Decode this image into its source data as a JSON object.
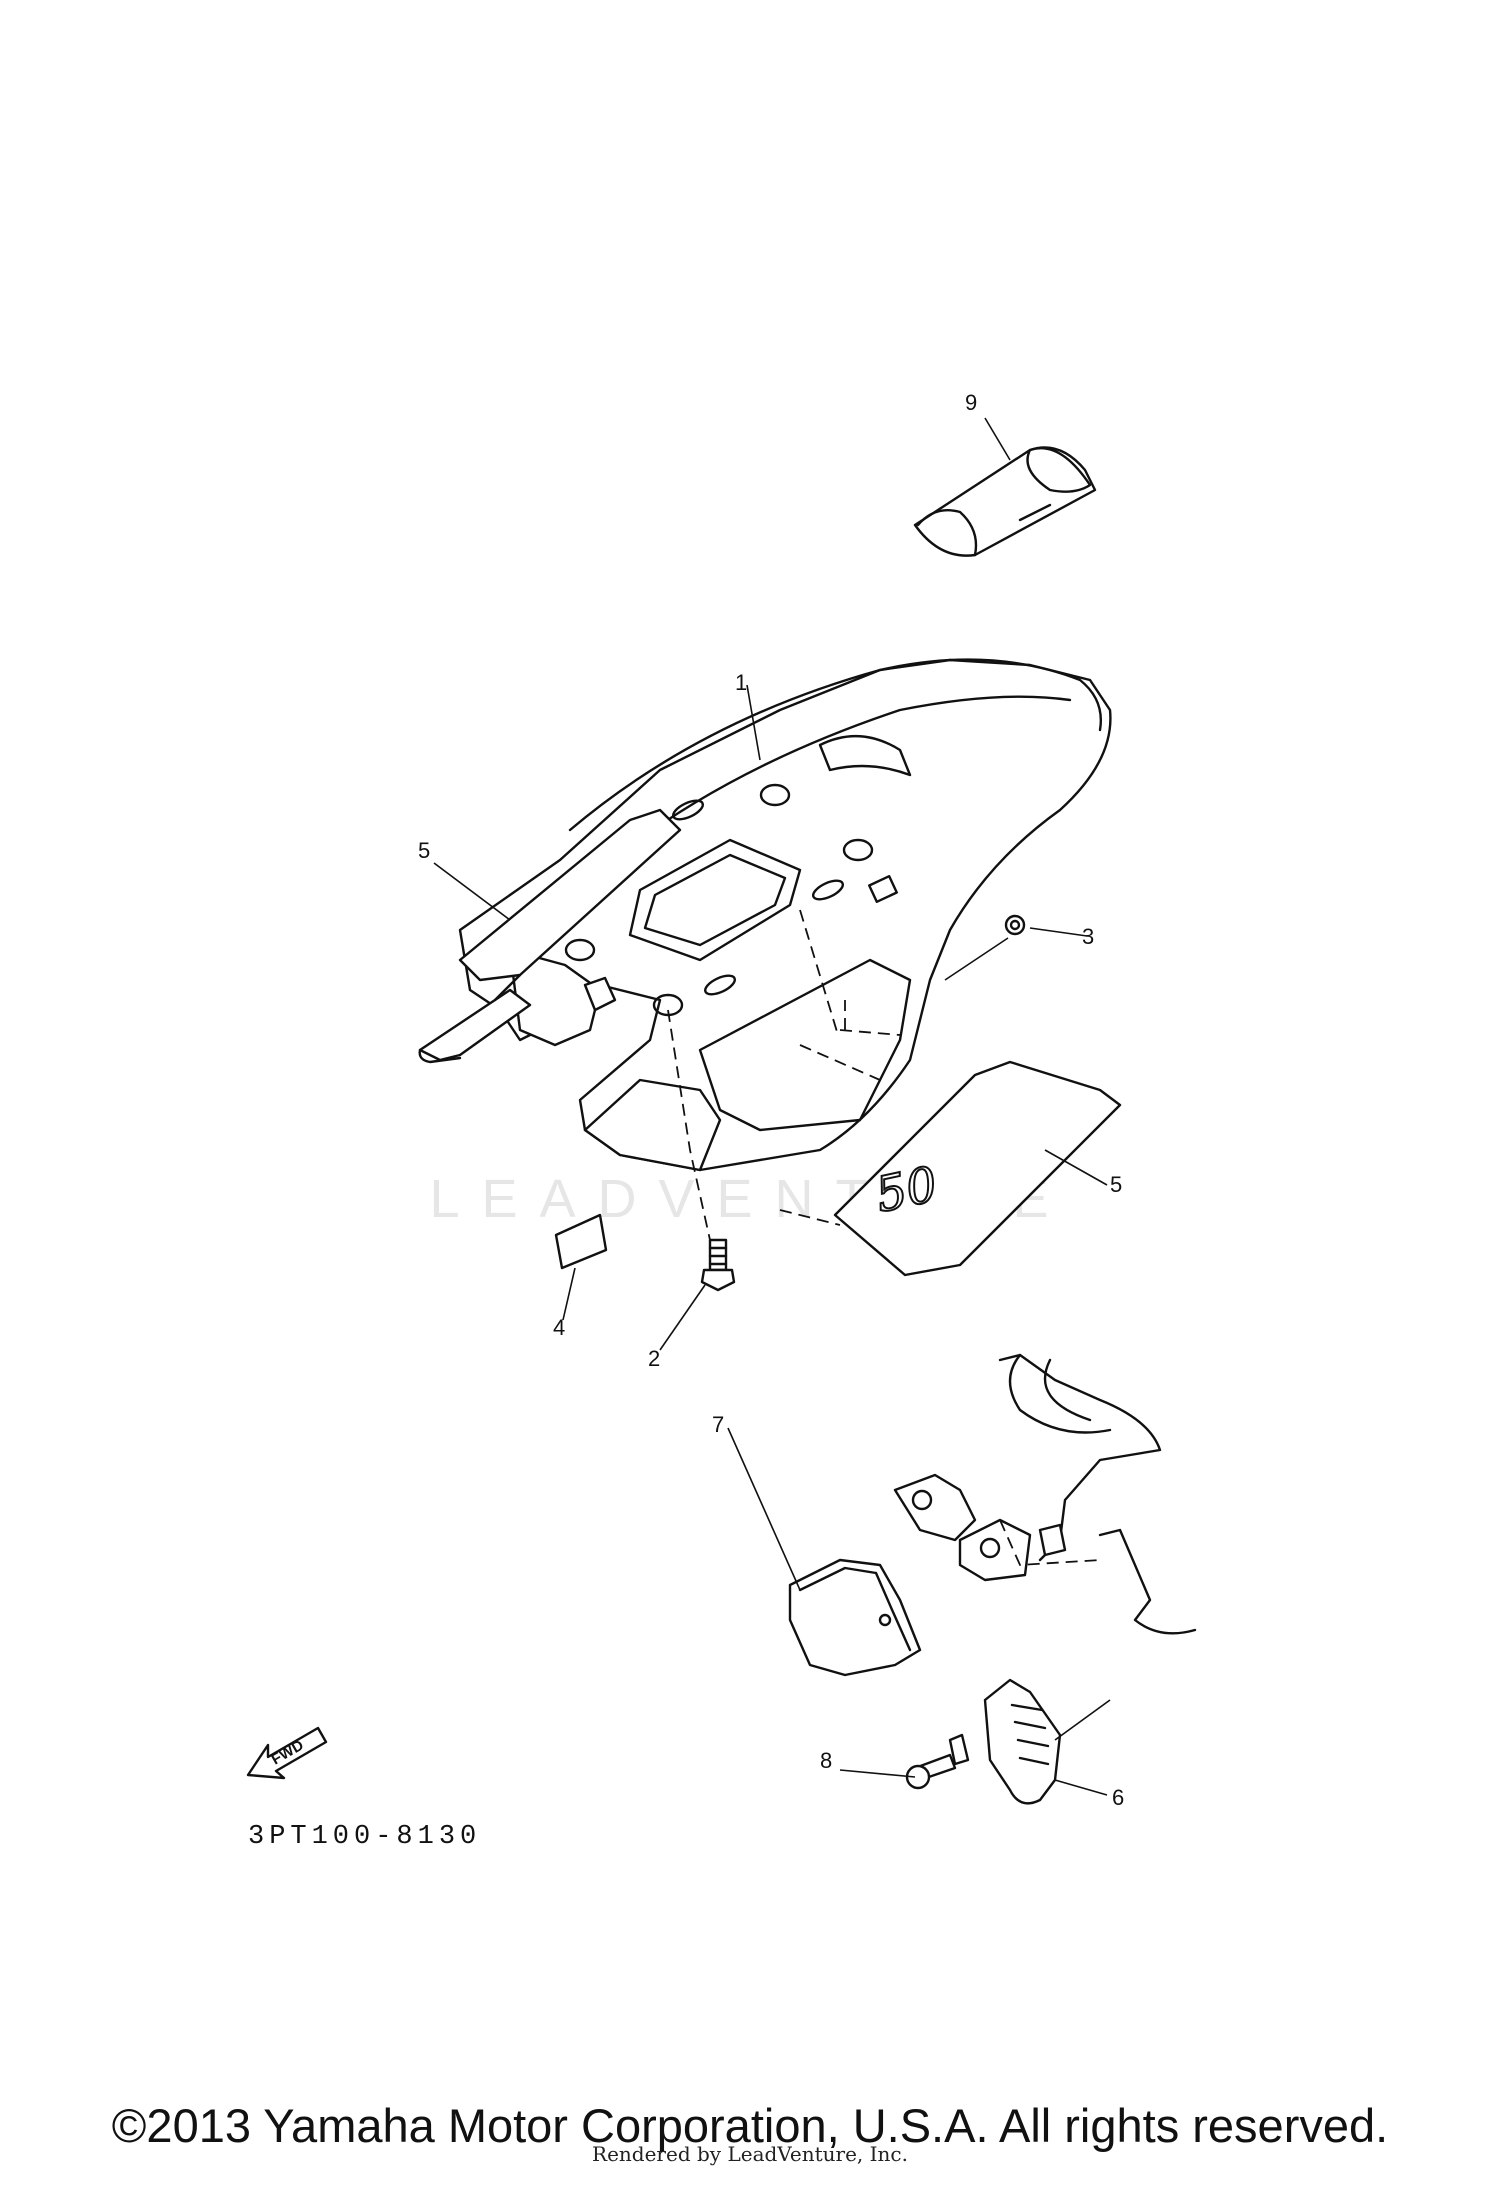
{
  "callouts": [
    "9",
    "1",
    "5",
    "3",
    "5",
    "4",
    "2",
    "7",
    "8",
    "6"
  ],
  "fwd_label": "FWD",
  "fender_text": "50",
  "part_code": "3PT100-8130",
  "watermark": "LEADVENTURE",
  "copyright": "©2013 Yamaha Motor Corporation, U.S.A. All rights reserved.",
  "rendered_by": "Rendered by LeadVenture, Inc."
}
